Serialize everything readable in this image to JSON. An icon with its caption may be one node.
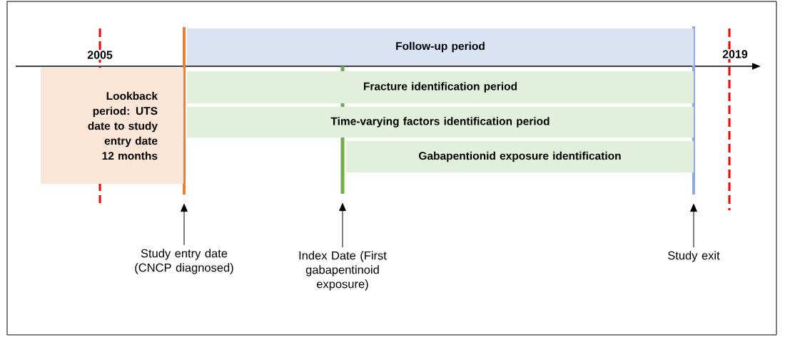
{
  "diagram": {
    "nodes": [
      {
        "text": [
          "Follow-up period"
        ]
      },
      {
        "text": [
          "Lookback period: UTS date to study entry date 12 months"
        ]
      },
      {
        "text": [
          "Fracture identification period"
        ]
      },
      {
        "text": [
          "Time-varying factors identification period"
        ]
      },
      {
        "text": [
          "Gabapentionid exposure identification"
        ]
      },
      {
        "text": [
          "Study entry date (CNCP diagnosed)"
        ]
      },
      {
        "text": [
          "Index Date (First gabapentinoid exposure)"
        ]
      },
      {
        "text": [
          "Study exit"
        ]
      },
      {
        "text": [],
        "shape": "bar"
      },
      {
        "text": [],
        "shape": "bar"
      },
      {
        "text": [],
        "shape": "bar"
      }
    ],
    "edges": [
      {
        "from": 5,
        "to": 8,
        "arrow": "to"
      },
      {
        "from": 6,
        "to": 9,
        "arrow": "to"
      },
      {
        "from": 7,
        "to": 10,
        "arrow": "to"
      }
    ],
    "labels": [
      "2005",
      "2019"
    ]
  }
}
